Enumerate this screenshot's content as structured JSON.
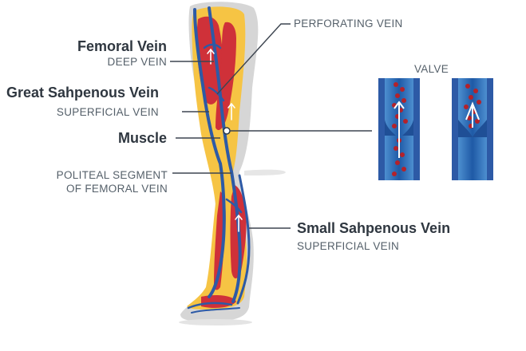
{
  "labels": {
    "femoral_title": "Femoral Vein",
    "femoral_sub": "DEEP VEIN",
    "great_title": "Great Sahpenous Vein",
    "great_sub": "SUPERFICIAL VEIN",
    "muscle": "Muscle",
    "politeal_line1": "POLITEAL SEGMENT",
    "politeal_line2": "OF FEMORAL VEIN",
    "perforating": "PERFORATING VEIN",
    "valve": "VALVE",
    "small_title": "Small Sahpenous Vein",
    "small_sub": "SUPERFICIAL VEIN"
  },
  "colors": {
    "skin": "#d4d4d4",
    "fat": "#f6c444",
    "muscle": "#d0323b",
    "vein": "#2d5aa6",
    "vein_light": "#4f86c8",
    "leader": "#3d4550",
    "blood_cell": "#b3222b"
  }
}
